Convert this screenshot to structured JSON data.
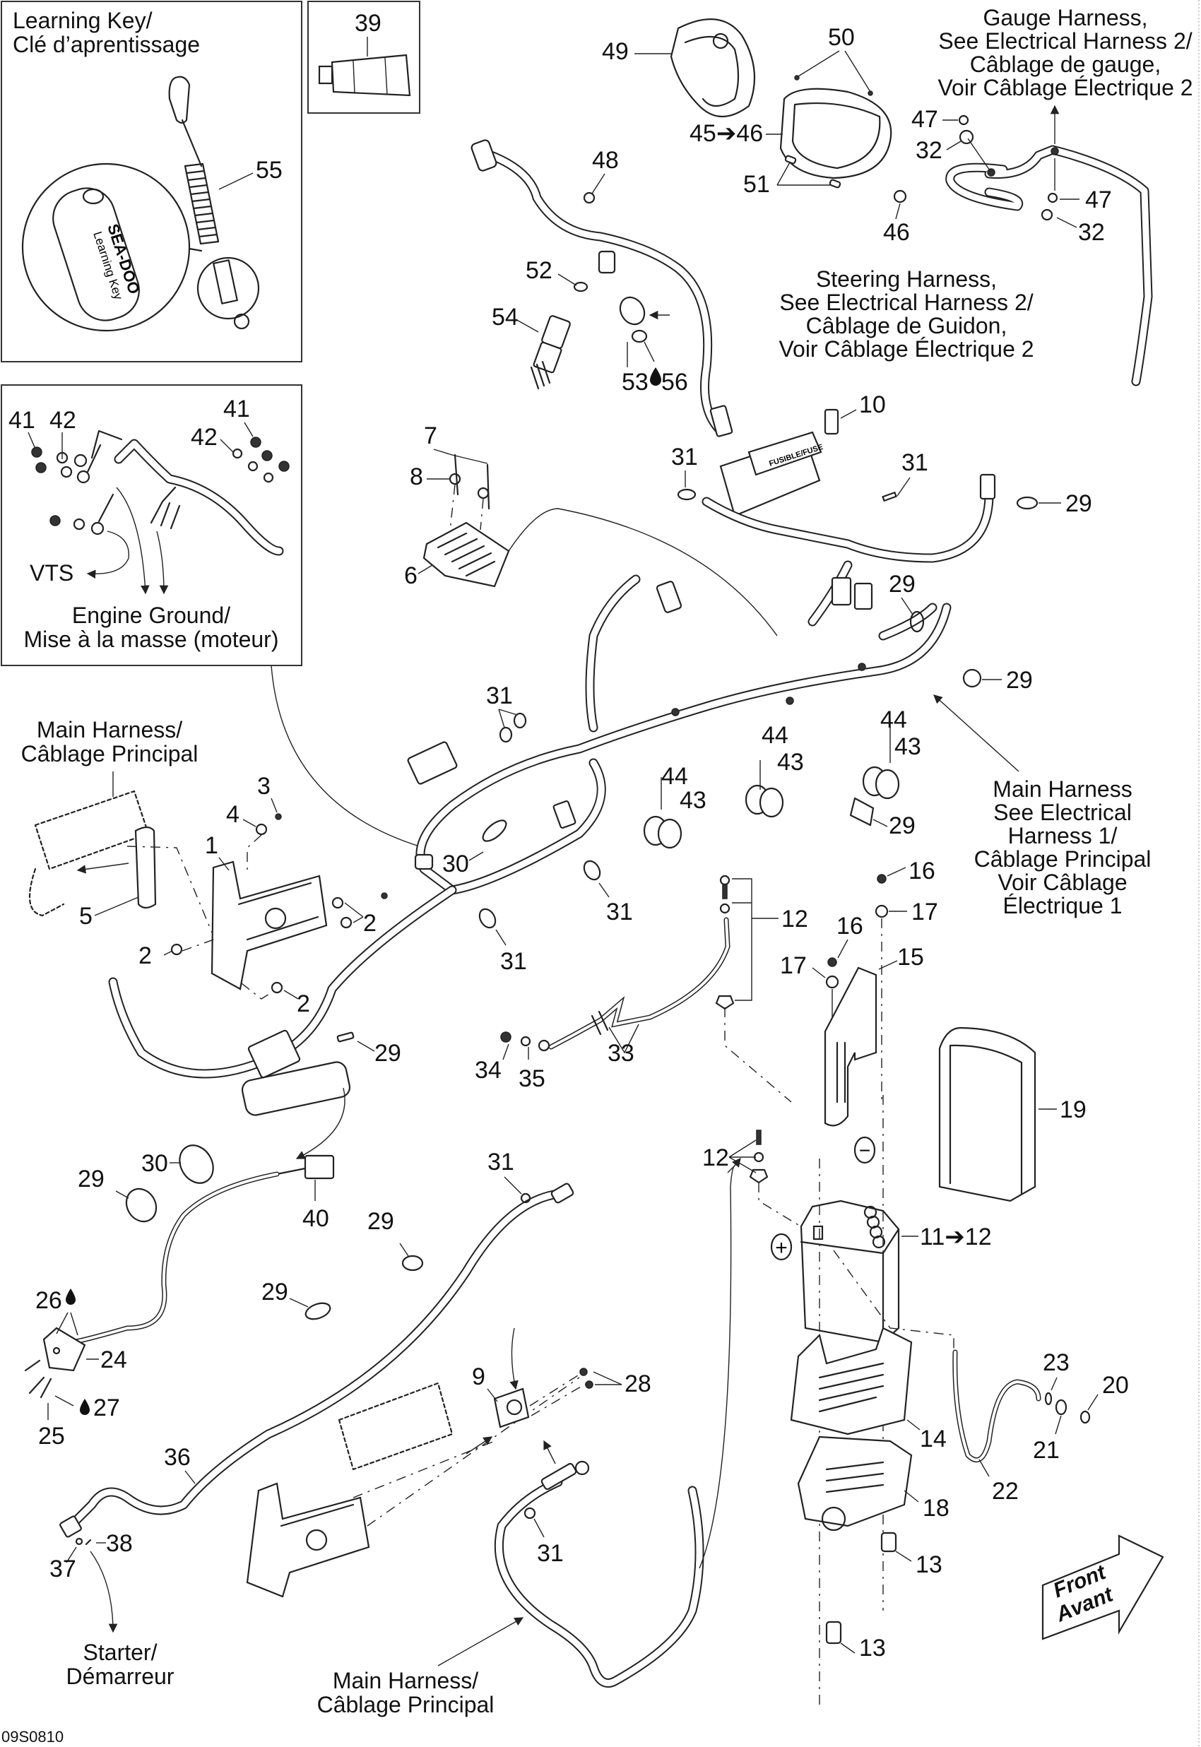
{
  "diagram": {
    "type": "exploded-parts-diagram",
    "document_id": "09S0810",
    "insets": {
      "learning_key": {
        "title_en": "Learning Key/",
        "title_fr": "Clé d’aprentissage",
        "callout": "55",
        "key_label_brand": "SEA-DOO",
        "key_label_text": "Learning Key"
      },
      "grease_tube": {
        "callout": "39"
      },
      "ground_detail": {
        "callouts_left": [
          "41",
          "42"
        ],
        "callouts_right": [
          "42",
          "41"
        ],
        "vts_label": "VTS",
        "ground_label_en": "Engine Ground/",
        "ground_label_fr": "Mise à la masse (moteur)"
      }
    },
    "notes": {
      "gauge_harness": [
        "Gauge Harness,",
        "See Electrical Harness 2/",
        "Câblage de gauge,",
        "Voir Câblage Électrique 2"
      ],
      "steering_harness": [
        "Steering Harness,",
        "See Electrical Harness 2/",
        "Câblage de Guidon,",
        "Voir Câblage Électrique 2"
      ],
      "main_harness_left": [
        "Main Harness/",
        "Câblage Principal"
      ],
      "main_harness_right": [
        "Main Harness",
        "See Electrical",
        "Harness 1/",
        "Câblage Principal",
        "Voir Câblage",
        "Électrique 1"
      ],
      "main_harness_bottom": [
        "Main Harness/",
        "Câblage Principal"
      ],
      "starter": [
        "Starter/",
        "Démarreur"
      ],
      "front": [
        "Front",
        "Avant"
      ]
    },
    "callouts": {
      "c49": "49",
      "c50": "50",
      "c45_46": "45➔46",
      "c51": "51",
      "c46": "46",
      "c47a": "47",
      "c32a": "32",
      "c47b": "47",
      "c32b": "32",
      "c48": "48",
      "c52": "52",
      "c54": "54",
      "c53": "53",
      "c56": "56",
      "c10": "10",
      "c7": "7",
      "c8": "8",
      "c6": "6",
      "c31a": "31",
      "c31b": "31",
      "c29a": "29",
      "c29b": "29",
      "c29c": "29",
      "c31c": "31",
      "c30a": "30",
      "c44a": "44",
      "c43a": "43",
      "c44b": "44",
      "c43b": "43",
      "c29d": "29",
      "c3": "3",
      "c4": "4",
      "c1": "1",
      "c5": "5",
      "c2a": "2",
      "c2b": "2",
      "c2c": "2",
      "c31d": "31",
      "c31e": "31",
      "c12a": "12",
      "c16a": "16",
      "c17a": "17",
      "c16b": "16",
      "c17b": "17",
      "c15": "15",
      "c29e": "29",
      "c34": "34",
      "c35": "35",
      "c33": "33",
      "c19": "19",
      "c30b": "30",
      "c29f": "29",
      "c40": "40",
      "c31f": "31",
      "c29g": "29",
      "c29h": "29",
      "c12b": "12",
      "c11_12": "11➔12",
      "c26": "26",
      "c24": "24",
      "c25": "25",
      "c27": "27",
      "c9": "9",
      "c28": "28",
      "c14": "14",
      "c23": "23",
      "c20": "20",
      "c21": "21",
      "c22": "22",
      "c36": "36",
      "c18": "18",
      "c38": "38",
      "c37": "37",
      "c31g": "31",
      "c13a": "13",
      "c13b": "13"
    },
    "symbols": {
      "fluid_drop": "💧",
      "battery_negative": "−",
      "battery_positive": "+"
    }
  }
}
